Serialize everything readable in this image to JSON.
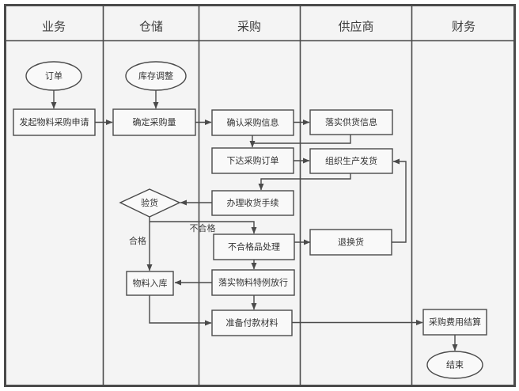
{
  "diagram": {
    "type": "swimlane-flowchart",
    "lanes": [
      {
        "id": "business",
        "label": "业务"
      },
      {
        "id": "warehouse",
        "label": "仓储"
      },
      {
        "id": "purchasing",
        "label": "采购"
      },
      {
        "id": "supplier",
        "label": "供应商"
      },
      {
        "id": "finance",
        "label": "财务"
      }
    ],
    "nodes": {
      "order_start": {
        "shape": "ellipse",
        "label": "订单"
      },
      "initiate_request": {
        "shape": "rect",
        "label": "发起物料采购申请"
      },
      "inventory_adjust": {
        "shape": "ellipse",
        "label": "库存调整"
      },
      "determine_qty": {
        "shape": "rect",
        "label": "确定采购量"
      },
      "confirm_info": {
        "shape": "rect",
        "label": "确认采购信息"
      },
      "supply_info": {
        "shape": "rect",
        "label": "落实供货信息"
      },
      "issue_order": {
        "shape": "rect",
        "label": "下达采购订单"
      },
      "organize_ship": {
        "shape": "rect",
        "label": "组织生产发货"
      },
      "receipt_procedure": {
        "shape": "rect",
        "label": "办理收货手续"
      },
      "inspect": {
        "shape": "diamond",
        "label": "验货"
      },
      "nonconforming": {
        "shape": "rect",
        "label": "不合格品处理"
      },
      "return_exchange": {
        "shape": "rect",
        "label": "退换货"
      },
      "material_in": {
        "shape": "rect",
        "label": "物料入库"
      },
      "special_release": {
        "shape": "rect",
        "label": "落实物料特例放行"
      },
      "prepare_payment": {
        "shape": "rect",
        "label": "准备付款材料"
      },
      "expense_settle": {
        "shape": "rect",
        "label": "采购费用结算"
      },
      "end": {
        "shape": "ellipse",
        "label": "结束"
      }
    },
    "edge_labels": {
      "pass": "合格",
      "fail": "不合格"
    },
    "colors": {
      "line": "#4a4a4a",
      "text": "#333333",
      "lane_fill": "#f4f4f4",
      "node_fill": "#f9f9f9",
      "page_background": "#ffffff"
    }
  }
}
